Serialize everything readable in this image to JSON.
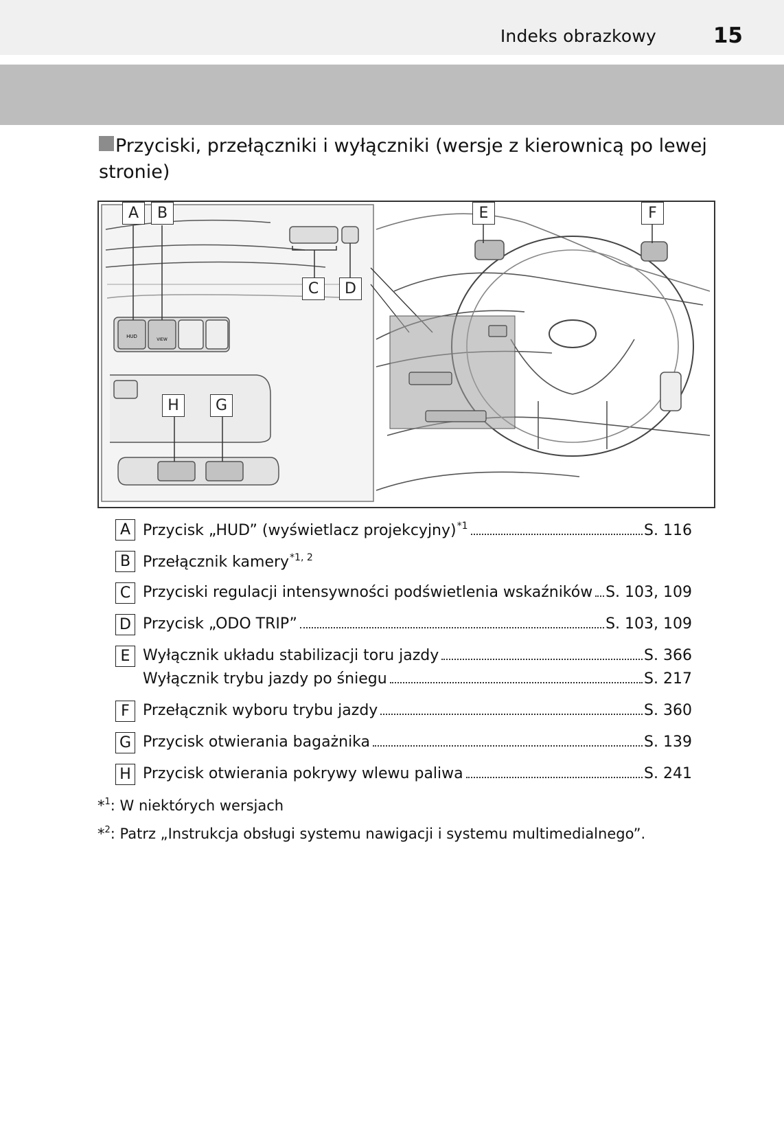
{
  "header": {
    "title": "Indeks obrazkowy",
    "page_number": "15"
  },
  "section": {
    "heading": "Przyciski, przełączniki i wyłączniki (wersje z kierownicą po lewej stronie)"
  },
  "figure": {
    "callouts": [
      "A",
      "B",
      "C",
      "D",
      "E",
      "F",
      "H",
      "G"
    ],
    "button_labels": {
      "hud": "HUD",
      "view": "VIEW"
    }
  },
  "legend": {
    "items": [
      {
        "letter": "A",
        "label": "Przycisk „HUD” (wyświetlacz projekcyjny)",
        "sup": "*1",
        "page": "S. 116"
      },
      {
        "letter": "B",
        "label": "Przełącznik kamery",
        "sup": "*1, 2",
        "page": ""
      },
      {
        "letter": "C",
        "label": "Przyciski regulacji intensywności podświetlenia wskaźników",
        "sup": "",
        "page": "S. 103, 109"
      },
      {
        "letter": "D",
        "label": "Przycisk „ODO TRIP”",
        "sup": "",
        "page": "S. 103, 109"
      },
      {
        "letter": "E",
        "label": "Wyłącznik układu stabilizacji toru jazdy",
        "sup": "",
        "page": "S. 366",
        "label2": "Wyłącznik trybu jazdy po śniegu",
        "page2": "S. 217"
      },
      {
        "letter": "F",
        "label": "Przełącznik wyboru trybu jazdy",
        "sup": "",
        "page": "S. 360"
      },
      {
        "letter": "G",
        "label": "Przycisk otwierania bagażnika",
        "sup": "",
        "page": "S. 139"
      },
      {
        "letter": "H",
        "label": "Przycisk otwierania pokrywy wlewu paliwa",
        "sup": "",
        "page": "S. 241"
      }
    ]
  },
  "footnotes": [
    {
      "mark": "*1",
      "text": ": W niektórych wersjach"
    },
    {
      "mark": "*2",
      "text": ": Patrz „Instrukcja obsługi systemu nawigacji i systemu multimedialnego”."
    }
  ]
}
